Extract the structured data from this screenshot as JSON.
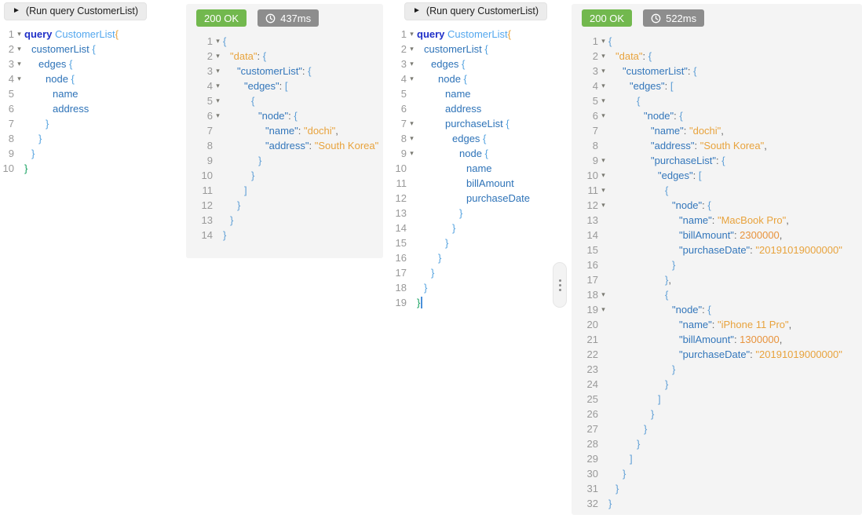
{
  "colors": {
    "status_green": "#72b84e",
    "time_gray": "#8d8d8d",
    "response_bg": "#f4f4f4",
    "value_orange": "#e8a33d",
    "key_blue": "#3477bb",
    "keyword_blue": "#2030c8"
  },
  "icons": {
    "play": "►",
    "fold_open": "▾",
    "clock": "clock-outline"
  },
  "query1": {
    "button_label": "(Run query CustomerList)",
    "lines": [
      {
        "n": 1,
        "f": 1,
        "i": 0,
        "t": [
          [
            "kw",
            "query "
          ],
          [
            "opname",
            "CustomerList"
          ],
          [
            "obrace",
            "{"
          ]
        ]
      },
      {
        "n": 2,
        "f": 1,
        "i": 1,
        "t": [
          [
            "field",
            "customerList"
          ],
          [
            "punc",
            " {"
          ]
        ]
      },
      {
        "n": 3,
        "f": 1,
        "i": 2,
        "t": [
          [
            "field",
            "edges"
          ],
          [
            "punc",
            " {"
          ]
        ]
      },
      {
        "n": 4,
        "f": 1,
        "i": 3,
        "t": [
          [
            "field",
            "node"
          ],
          [
            "punc",
            " {"
          ]
        ]
      },
      {
        "n": 5,
        "f": 0,
        "i": 4,
        "t": [
          [
            "field",
            "name"
          ]
        ]
      },
      {
        "n": 6,
        "f": 0,
        "i": 4,
        "t": [
          [
            "field",
            "address"
          ]
        ]
      },
      {
        "n": 7,
        "f": 0,
        "i": 3,
        "t": [
          [
            "punc",
            "}"
          ]
        ]
      },
      {
        "n": 8,
        "f": 0,
        "i": 2,
        "t": [
          [
            "punc",
            "}"
          ]
        ]
      },
      {
        "n": 9,
        "f": 0,
        "i": 1,
        "t": [
          [
            "punc",
            "}"
          ]
        ]
      },
      {
        "n": 10,
        "f": 0,
        "i": 0,
        "t": [
          [
            "cbrace",
            "}"
          ]
        ]
      }
    ]
  },
  "response1": {
    "status": "200 OK",
    "time": "437ms",
    "lines": [
      {
        "n": 1,
        "f": 1,
        "i": 0,
        "t": [
          [
            "brace",
            "{"
          ]
        ]
      },
      {
        "n": 2,
        "f": 1,
        "i": 1,
        "t": [
          [
            "keyd",
            "\"data\""
          ],
          [
            "colon",
            ": "
          ],
          [
            "brace",
            "{"
          ]
        ]
      },
      {
        "n": 3,
        "f": 1,
        "i": 2,
        "t": [
          [
            "key",
            "\"customerList\""
          ],
          [
            "colon",
            ": "
          ],
          [
            "brace",
            "{"
          ]
        ]
      },
      {
        "n": 4,
        "f": 1,
        "i": 3,
        "t": [
          [
            "key",
            "\"edges\""
          ],
          [
            "colon",
            ": "
          ],
          [
            "brace",
            "["
          ]
        ]
      },
      {
        "n": 5,
        "f": 1,
        "i": 4,
        "t": [
          [
            "brace",
            "{"
          ]
        ]
      },
      {
        "n": 6,
        "f": 1,
        "i": 5,
        "t": [
          [
            "key",
            "\"node\""
          ],
          [
            "colon",
            ": "
          ],
          [
            "brace",
            "{"
          ]
        ]
      },
      {
        "n": 7,
        "f": 0,
        "i": 6,
        "t": [
          [
            "key",
            "\"name\""
          ],
          [
            "colon",
            ": "
          ],
          [
            "str",
            "\"dochi\""
          ],
          [
            "comma",
            ","
          ]
        ]
      },
      {
        "n": 8,
        "f": 0,
        "i": 6,
        "t": [
          [
            "key",
            "\"address\""
          ],
          [
            "colon",
            ": "
          ],
          [
            "str",
            "\"South Korea\""
          ]
        ]
      },
      {
        "n": 9,
        "f": 0,
        "i": 5,
        "t": [
          [
            "brace",
            "}"
          ]
        ]
      },
      {
        "n": 10,
        "f": 0,
        "i": 4,
        "t": [
          [
            "brace",
            "}"
          ]
        ]
      },
      {
        "n": 11,
        "f": 0,
        "i": 3,
        "t": [
          [
            "brace",
            "]"
          ]
        ]
      },
      {
        "n": 12,
        "f": 0,
        "i": 2,
        "t": [
          [
            "brace",
            "}"
          ]
        ]
      },
      {
        "n": 13,
        "f": 0,
        "i": 1,
        "t": [
          [
            "brace",
            "}"
          ]
        ]
      },
      {
        "n": 14,
        "f": 0,
        "i": 0,
        "t": [
          [
            "brace",
            "}"
          ]
        ]
      }
    ]
  },
  "query2": {
    "button_label": "(Run query CustomerList)",
    "lines": [
      {
        "n": 1,
        "f": 1,
        "i": 0,
        "t": [
          [
            "kw",
            "query "
          ],
          [
            "opname",
            "CustomerList"
          ],
          [
            "obrace",
            "{"
          ]
        ]
      },
      {
        "n": 2,
        "f": 1,
        "i": 1,
        "t": [
          [
            "field",
            "customerList"
          ],
          [
            "punc",
            " {"
          ]
        ]
      },
      {
        "n": 3,
        "f": 1,
        "i": 2,
        "t": [
          [
            "field",
            "edges"
          ],
          [
            "punc",
            " {"
          ]
        ]
      },
      {
        "n": 4,
        "f": 1,
        "i": 3,
        "t": [
          [
            "field",
            "node"
          ],
          [
            "punc",
            " {"
          ]
        ]
      },
      {
        "n": 5,
        "f": 0,
        "i": 4,
        "t": [
          [
            "field",
            "name"
          ]
        ]
      },
      {
        "n": 6,
        "f": 0,
        "i": 4,
        "t": [
          [
            "field",
            "address"
          ]
        ]
      },
      {
        "n": 7,
        "f": 1,
        "i": 4,
        "t": [
          [
            "field",
            "purchaseList"
          ],
          [
            "punc",
            " {"
          ]
        ]
      },
      {
        "n": 8,
        "f": 1,
        "i": 5,
        "t": [
          [
            "field",
            "edges"
          ],
          [
            "punc",
            " {"
          ]
        ]
      },
      {
        "n": 9,
        "f": 1,
        "i": 6,
        "t": [
          [
            "field",
            "node"
          ],
          [
            "punc",
            " {"
          ]
        ]
      },
      {
        "n": 10,
        "f": 0,
        "i": 7,
        "t": [
          [
            "field",
            "name"
          ]
        ]
      },
      {
        "n": 11,
        "f": 0,
        "i": 7,
        "t": [
          [
            "field",
            "billAmount"
          ]
        ]
      },
      {
        "n": 12,
        "f": 0,
        "i": 7,
        "t": [
          [
            "field",
            "purchaseDate"
          ]
        ]
      },
      {
        "n": 13,
        "f": 0,
        "i": 6,
        "t": [
          [
            "punc",
            "}"
          ]
        ]
      },
      {
        "n": 14,
        "f": 0,
        "i": 5,
        "t": [
          [
            "punc",
            "}"
          ]
        ]
      },
      {
        "n": 15,
        "f": 0,
        "i": 4,
        "t": [
          [
            "punc",
            "}"
          ]
        ]
      },
      {
        "n": 16,
        "f": 0,
        "i": 3,
        "t": [
          [
            "punc",
            "}"
          ]
        ]
      },
      {
        "n": 17,
        "f": 0,
        "i": 2,
        "t": [
          [
            "punc",
            "}"
          ]
        ]
      },
      {
        "n": 18,
        "f": 0,
        "i": 1,
        "t": [
          [
            "punc",
            "}"
          ]
        ]
      },
      {
        "n": 19,
        "f": 0,
        "i": 0,
        "t": [
          [
            "cbrace",
            "}"
          ],
          [
            "cursor",
            ""
          ]
        ]
      }
    ]
  },
  "response2": {
    "status": "200 OK",
    "time": "522ms",
    "lines": [
      {
        "n": 1,
        "f": 1,
        "i": 0,
        "t": [
          [
            "brace",
            "{"
          ]
        ]
      },
      {
        "n": 2,
        "f": 1,
        "i": 1,
        "t": [
          [
            "keyd",
            "\"data\""
          ],
          [
            "colon",
            ": "
          ],
          [
            "brace",
            "{"
          ]
        ]
      },
      {
        "n": 3,
        "f": 1,
        "i": 2,
        "t": [
          [
            "key",
            "\"customerList\""
          ],
          [
            "colon",
            ": "
          ],
          [
            "brace",
            "{"
          ]
        ]
      },
      {
        "n": 4,
        "f": 1,
        "i": 3,
        "t": [
          [
            "key",
            "\"edges\""
          ],
          [
            "colon",
            ": "
          ],
          [
            "brace",
            "["
          ]
        ]
      },
      {
        "n": 5,
        "f": 1,
        "i": 4,
        "t": [
          [
            "brace",
            "{"
          ]
        ]
      },
      {
        "n": 6,
        "f": 1,
        "i": 5,
        "t": [
          [
            "key",
            "\"node\""
          ],
          [
            "colon",
            ": "
          ],
          [
            "brace",
            "{"
          ]
        ]
      },
      {
        "n": 7,
        "f": 0,
        "i": 6,
        "t": [
          [
            "key",
            "\"name\""
          ],
          [
            "colon",
            ": "
          ],
          [
            "str",
            "\"dochi\""
          ],
          [
            "comma",
            ","
          ]
        ]
      },
      {
        "n": 8,
        "f": 0,
        "i": 6,
        "t": [
          [
            "key",
            "\"address\""
          ],
          [
            "colon",
            ": "
          ],
          [
            "str",
            "\"South Korea\""
          ],
          [
            "comma",
            ","
          ]
        ]
      },
      {
        "n": 9,
        "f": 1,
        "i": 6,
        "t": [
          [
            "key",
            "\"purchaseList\""
          ],
          [
            "colon",
            ": "
          ],
          [
            "brace",
            "{"
          ]
        ]
      },
      {
        "n": 10,
        "f": 1,
        "i": 7,
        "t": [
          [
            "key",
            "\"edges\""
          ],
          [
            "colon",
            ": "
          ],
          [
            "brace",
            "["
          ]
        ]
      },
      {
        "n": 11,
        "f": 1,
        "i": 8,
        "t": [
          [
            "brace",
            "{"
          ]
        ]
      },
      {
        "n": 12,
        "f": 1,
        "i": 9,
        "t": [
          [
            "key",
            "\"node\""
          ],
          [
            "colon",
            ": "
          ],
          [
            "brace",
            "{"
          ]
        ]
      },
      {
        "n": 13,
        "f": 0,
        "i": 10,
        "t": [
          [
            "key",
            "\"name\""
          ],
          [
            "colon",
            ": "
          ],
          [
            "str",
            "\"MacBook Pro\""
          ],
          [
            "comma",
            ","
          ]
        ]
      },
      {
        "n": 14,
        "f": 0,
        "i": 10,
        "t": [
          [
            "key",
            "\"billAmount\""
          ],
          [
            "colon",
            ": "
          ],
          [
            "num",
            "2300000"
          ],
          [
            "comma",
            ","
          ]
        ]
      },
      {
        "n": 15,
        "f": 0,
        "i": 10,
        "t": [
          [
            "key",
            "\"purchaseDate\""
          ],
          [
            "colon",
            ": "
          ],
          [
            "str",
            "\"20191019000000\""
          ]
        ]
      },
      {
        "n": 16,
        "f": 0,
        "i": 9,
        "t": [
          [
            "brace",
            "}"
          ]
        ]
      },
      {
        "n": 17,
        "f": 0,
        "i": 8,
        "t": [
          [
            "brace",
            "}"
          ],
          [
            "comma",
            ","
          ]
        ]
      },
      {
        "n": 18,
        "f": 1,
        "i": 8,
        "t": [
          [
            "brace",
            "{"
          ]
        ]
      },
      {
        "n": 19,
        "f": 1,
        "i": 9,
        "t": [
          [
            "key",
            "\"node\""
          ],
          [
            "colon",
            ": "
          ],
          [
            "brace",
            "{"
          ]
        ]
      },
      {
        "n": 20,
        "f": 0,
        "i": 10,
        "t": [
          [
            "key",
            "\"name\""
          ],
          [
            "colon",
            ": "
          ],
          [
            "str",
            "\"iPhone 11 Pro\""
          ],
          [
            "comma",
            ","
          ]
        ]
      },
      {
        "n": 21,
        "f": 0,
        "i": 10,
        "t": [
          [
            "key",
            "\"billAmount\""
          ],
          [
            "colon",
            ": "
          ],
          [
            "num",
            "1300000"
          ],
          [
            "comma",
            ","
          ]
        ]
      },
      {
        "n": 22,
        "f": 0,
        "i": 10,
        "t": [
          [
            "key",
            "\"purchaseDate\""
          ],
          [
            "colon",
            ": "
          ],
          [
            "str",
            "\"20191019000000\""
          ]
        ]
      },
      {
        "n": 23,
        "f": 0,
        "i": 9,
        "t": [
          [
            "brace",
            "}"
          ]
        ]
      },
      {
        "n": 24,
        "f": 0,
        "i": 8,
        "t": [
          [
            "brace",
            "}"
          ]
        ]
      },
      {
        "n": 25,
        "f": 0,
        "i": 7,
        "t": [
          [
            "brace",
            "]"
          ]
        ]
      },
      {
        "n": 26,
        "f": 0,
        "i": 6,
        "t": [
          [
            "brace",
            "}"
          ]
        ]
      },
      {
        "n": 27,
        "f": 0,
        "i": 5,
        "t": [
          [
            "brace",
            "}"
          ]
        ]
      },
      {
        "n": 28,
        "f": 0,
        "i": 4,
        "t": [
          [
            "brace",
            "}"
          ]
        ]
      },
      {
        "n": 29,
        "f": 0,
        "i": 3,
        "t": [
          [
            "brace",
            "]"
          ]
        ]
      },
      {
        "n": 30,
        "f": 0,
        "i": 2,
        "t": [
          [
            "brace",
            "}"
          ]
        ]
      },
      {
        "n": 31,
        "f": 0,
        "i": 1,
        "t": [
          [
            "brace",
            "}"
          ]
        ]
      },
      {
        "n": 32,
        "f": 0,
        "i": 0,
        "t": [
          [
            "brace",
            "}"
          ]
        ]
      }
    ]
  }
}
